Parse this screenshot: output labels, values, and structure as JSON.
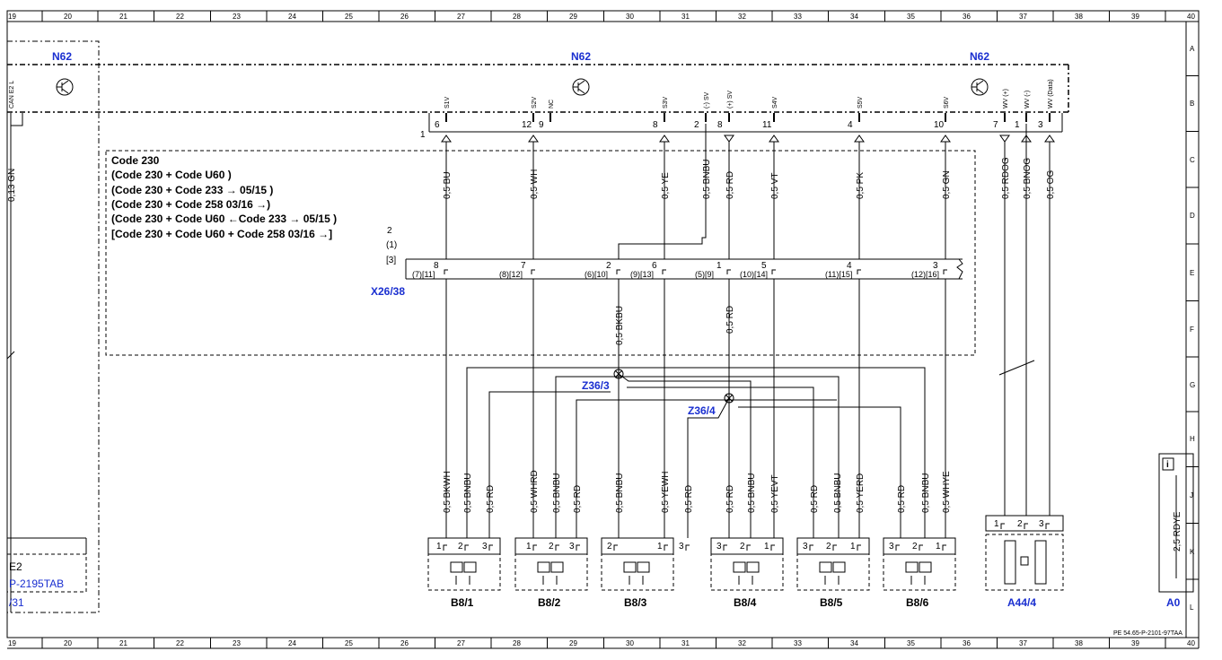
{
  "columns": [
    "19",
    "20",
    "21",
    "22",
    "23",
    "24",
    "25",
    "26",
    "27",
    "28",
    "29",
    "30",
    "31",
    "32",
    "33",
    "34",
    "35",
    "36",
    "37",
    "38",
    "39",
    "40"
  ],
  "rows": [
    "A",
    "B",
    "C",
    "D",
    "E",
    "F",
    "G",
    "H",
    "J",
    "K",
    "L"
  ],
  "modules": {
    "n62_left": "N62",
    "n62_center": "N62",
    "n62_right": "N62",
    "left_can": "CAN E2 L",
    "left_wire": "0,13 GN",
    "left_e2": "E2",
    "left_ref": "P-2195TAB",
    "left_31": "/31"
  },
  "codes": {
    "l1": "Code 230",
    "l2": "(Code 230   + Code U60  )",
    "l3": "(Code 230   + Code 233  → 05/15  )",
    "l4": "(Code 230   + Code 258     03/16 →)",
    "l5": "(Code 230   + Code U60  ←Code 233    → 05/15  )",
    "l6": "[Code 230   + Code U60  + Code 258     03/16 →]",
    "c2": "2",
    "c1": "(1)",
    "c3": "[3]"
  },
  "pins_top": [
    {
      "num": "6",
      "sig": "S1V",
      "wire": "0,5 BU"
    },
    {
      "num": "12",
      "sig": "S2V",
      "wire": "0,5 WH"
    },
    {
      "num": "9",
      "sig": "NC",
      "wire": ""
    },
    {
      "num": "8",
      "sig": "S3V",
      "wire": "0,5 YE"
    },
    {
      "num": "2",
      "sig": "(-) SV",
      "wire": "0,5 BNBU"
    },
    {
      "num": "8",
      "sig": "(+) SV",
      "wire": "0,5 RD"
    },
    {
      "num": "11",
      "sig": "S4V",
      "wire": "0,5 VT"
    },
    {
      "num": "4",
      "sig": "S5V",
      "wire": "0,5 PK"
    },
    {
      "num": "10",
      "sig": "S6V",
      "wire": "0,5 GN"
    },
    {
      "num": "7",
      "sig": "WV (+)",
      "wire": "0,5 RDOG"
    },
    {
      "num": "1",
      "sig": "WV (-)",
      "wire": "0,5 BNOG"
    },
    {
      "num": "3",
      "sig": "WV (Data)",
      "wire": "0,5 OG"
    }
  ],
  "connector_row_label": "1",
  "x26": {
    "label": "X26/38",
    "pins": [
      {
        "top": "8",
        "bot": "(7)[11]"
      },
      {
        "top": "7",
        "bot": "(8)[12]"
      },
      {
        "top": "2",
        "bot": "(6)[10]"
      },
      {
        "top": "6",
        "bot": "(9)[13]"
      },
      {
        "top": "1",
        "bot": "(5)[9]"
      },
      {
        "top": "5",
        "bot": "(10)[14]"
      },
      {
        "top": "4",
        "bot": "(11)[15]"
      },
      {
        "top": "3",
        "bot": "(12)[16]"
      }
    ]
  },
  "mid_wires": {
    "bkbu": "0,5 BKBU",
    "rd": "0,5 RD"
  },
  "splices": {
    "z3": "Z36/3",
    "z4": "Z36/4"
  },
  "bottom_wires": [
    "0,5 BKWH",
    "0,5 BNBU",
    "0,5 RD",
    "0,5 WHRD",
    "0,5 BNBU",
    "0,5 RD",
    "0,5 BNBU",
    "0,5 YEWH",
    "0,5 RD",
    "0,5 RD",
    "0,5 BNBU",
    "0,5 YEVT",
    "0,5 RD",
    "0,5 BNBU",
    "0,5 YERD",
    "0,5 RD",
    "0,5 BNBU",
    "0,5 WHYE"
  ],
  "sensors": [
    {
      "name": "B8/1",
      "pins": [
        "1",
        "2",
        "3"
      ]
    },
    {
      "name": "B8/2",
      "pins": [
        "1",
        "2",
        "3"
      ]
    },
    {
      "name": "B8/3",
      "pins": [
        "2",
        "1",
        "3"
      ]
    },
    {
      "name": "B8/4",
      "pins": [
        "3",
        "2",
        "1"
      ]
    },
    {
      "name": "B8/5",
      "pins": [
        "3",
        "2",
        "1"
      ]
    },
    {
      "name": "B8/6",
      "pins": [
        "3",
        "2",
        "1"
      ]
    }
  ],
  "a44": {
    "name": "A44/4",
    "pins": [
      "1",
      "2",
      "3"
    ]
  },
  "a0": {
    "name": "A0",
    "wire": "2,5 RDYE",
    "info": "i"
  },
  "footer_ref": "PE 54.65-P-2101-97TAA"
}
